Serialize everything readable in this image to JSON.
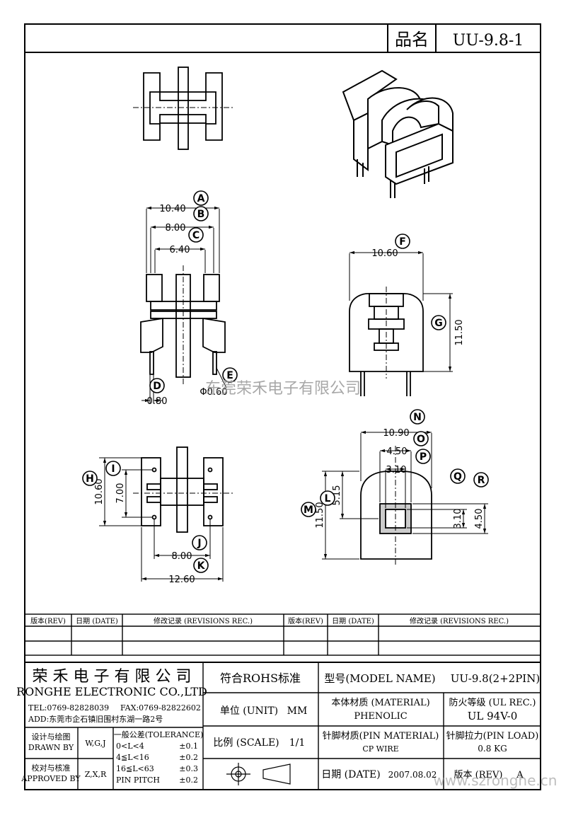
{
  "header": {
    "pin_label": "品名",
    "part": "UU-9.8-1"
  },
  "dims": {
    "A": "10.40",
    "B": "8.00",
    "C": "6.40",
    "D": "0.80",
    "E": "Φ0.60",
    "F": "10.60",
    "G": "11.50",
    "H": "10.60",
    "I": "7.00",
    "J": "8.00",
    "K": "12.60",
    "L": "5.15",
    "M": "11.50",
    "N": "10.90",
    "O": "4.50",
    "P": "3.10",
    "Q": "3.10",
    "R": "4.50"
  },
  "callouts": [
    "A",
    "B",
    "C",
    "D",
    "E",
    "F",
    "G",
    "H",
    "I",
    "J",
    "K",
    "L",
    "M",
    "N",
    "O",
    "P",
    "Q",
    "R"
  ],
  "watermark": "东莞荣禾电子有限公司",
  "watermark2": "www.szronghe.cn",
  "revision_table": {
    "rev": "版本(REV)",
    "date": "日期 (DATE)",
    "rec": "修改记录 (REVISIONS REC.)"
  },
  "title_block": {
    "company_cn": "荣 禾 电 子 有 限 公 司",
    "company_en": "RONGHE ELECTRONIC CO.,LTD",
    "tel": "TEL:0769-82828039",
    "fax": "FAX:0769-82822602",
    "addr": "ADD:东莞市企石镇旧围村东湖一路2号",
    "rohs": "符合ROHS标准",
    "model_label": "型号(MODEL NAME)",
    "model_value": "UU-9.8(2+2PIN)",
    "unit_label": "单位 (UNIT)",
    "unit_value": "MM",
    "material_label": "本体材质 (MATERIAL)",
    "material_value": "PHENOLIC",
    "fire_label": "防火等级 (UL REC.)",
    "fire_value": "UL 94V-0",
    "design_cn": "设计与绘图",
    "design_en": "DRAWN BY",
    "design_val": "W,G,J",
    "check_cn": "校对与核准",
    "check_en": "APPROVED BY",
    "check_val": "Z,X,R",
    "tol_title": "一般公差(TOLERANCE)",
    "tol_rows": [
      {
        "range": "0<L<4",
        "val": "±0.1"
      },
      {
        "range": "4≦L<16",
        "val": "±0.2"
      },
      {
        "range": "16≦L<63",
        "val": "±0.3"
      },
      {
        "range": "PIN PITCH",
        "val": "±0.2"
      }
    ],
    "scale_label": "比例 (SCALE)",
    "scale_value": "1/1",
    "pin_mat_label": "针脚材质(PIN MATERIAL)",
    "pin_mat_value": "CP WIRE",
    "pin_load_label": "针脚拉力(PIN LOAD)",
    "pin_load_value": "0.8 KG",
    "date_label": "日期 (DATE)",
    "date_value": "2007.08.02",
    "ver_label": "版本 (REV)",
    "ver_value": "A"
  }
}
